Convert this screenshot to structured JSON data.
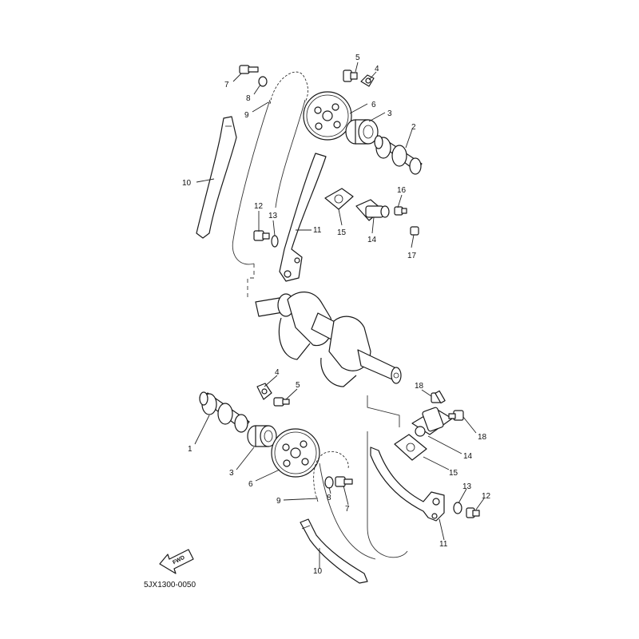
{
  "diagram_code": "5JX1300-0050",
  "fwd_label": "FWD",
  "callouts": {
    "top": [
      "5",
      "4",
      "7",
      "8",
      "6",
      "9",
      "3",
      "2",
      "10",
      "16",
      "12",
      "13",
      "11",
      "15",
      "14",
      "17"
    ],
    "bottom": [
      "4",
      "5",
      "18",
      "1",
      "18",
      "3",
      "14",
      "6",
      "15",
      "8",
      "13",
      "12",
      "9",
      "7",
      "11",
      "10"
    ]
  }
}
